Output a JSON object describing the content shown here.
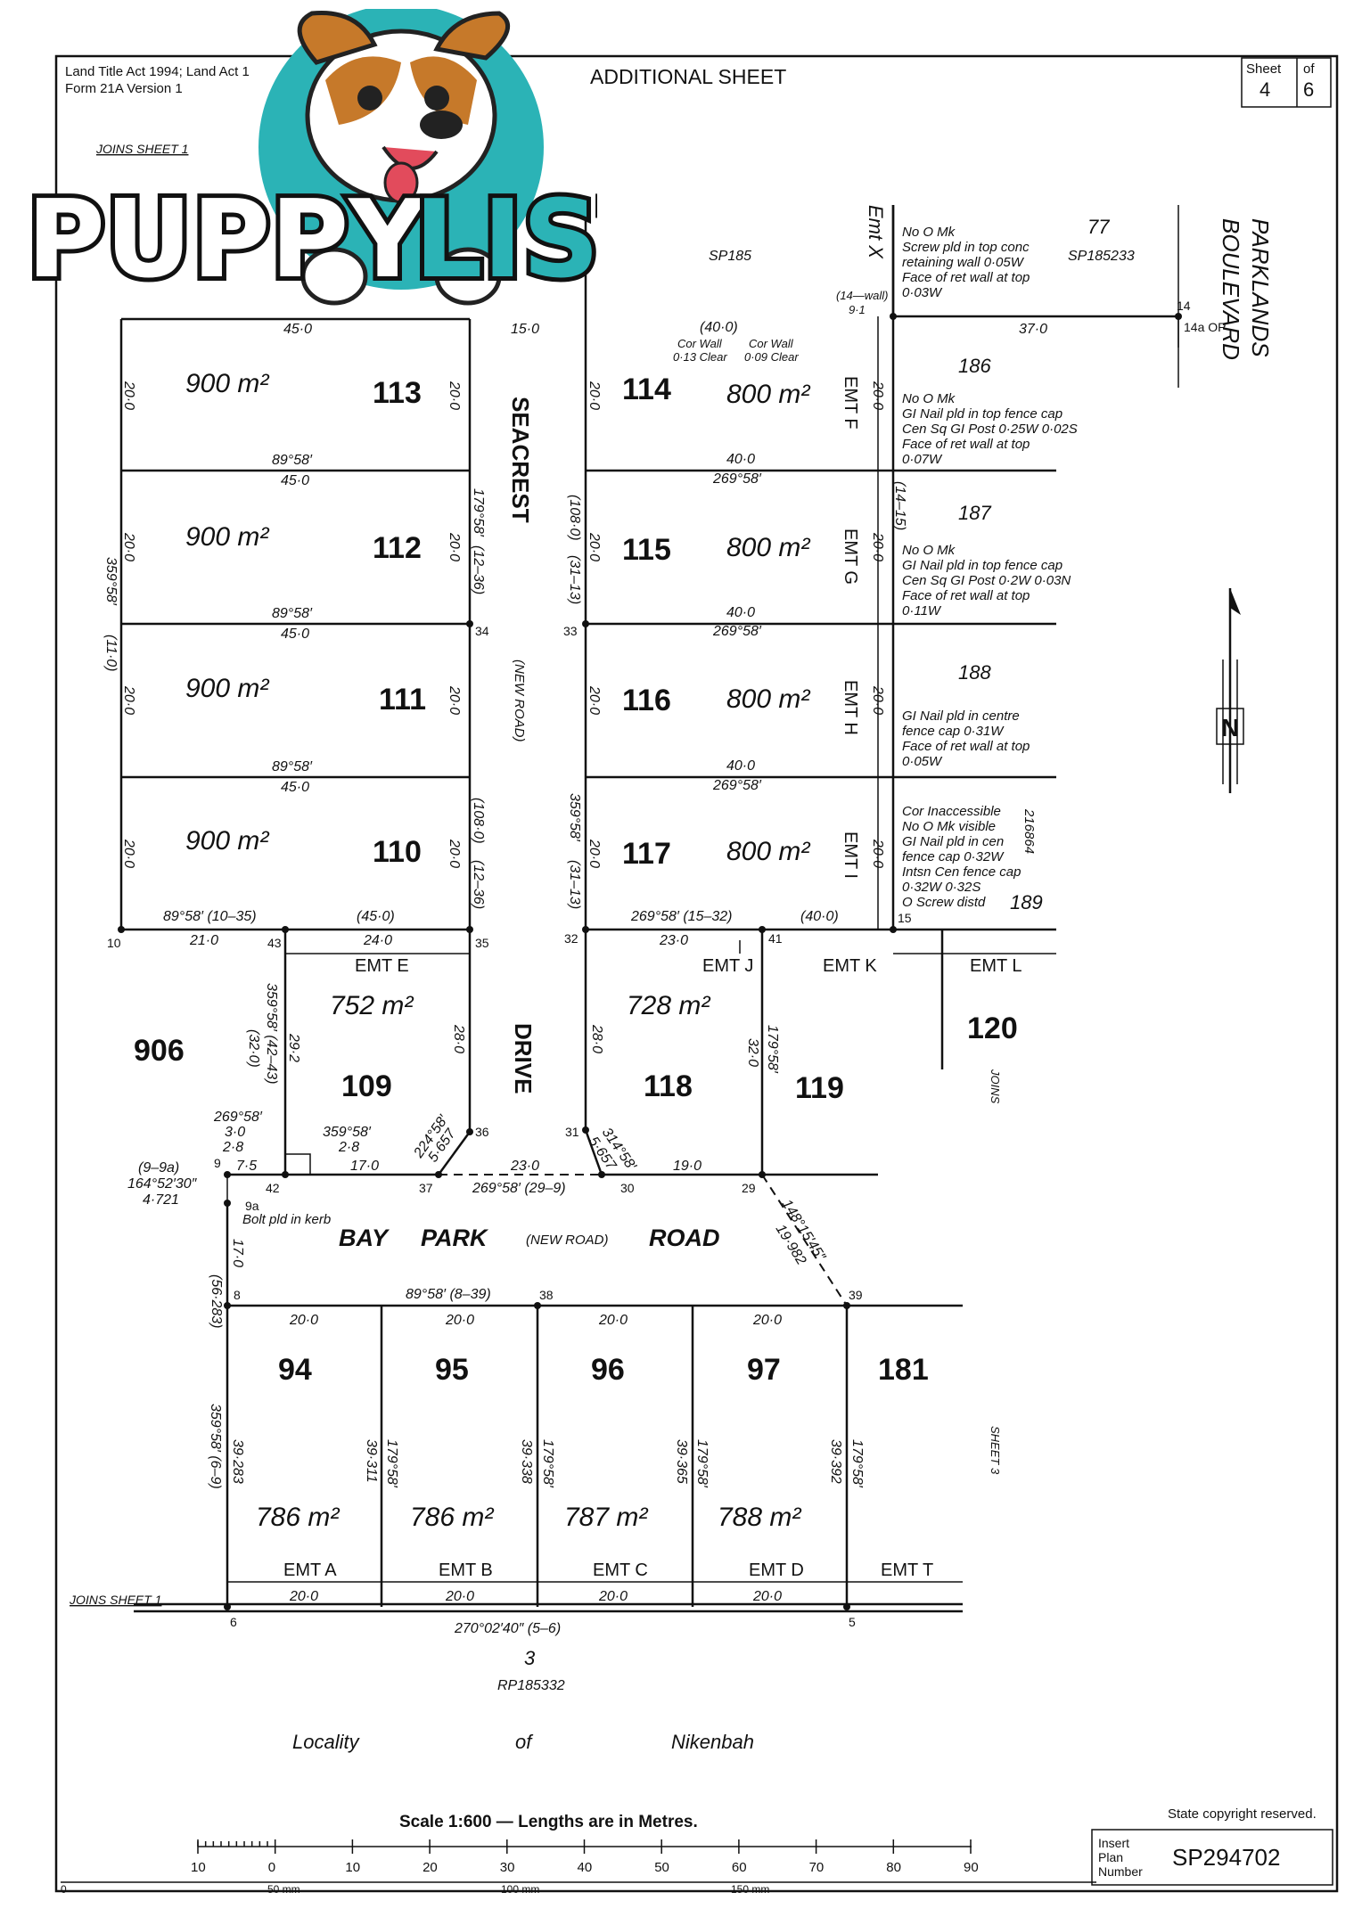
{
  "header": {
    "act": "Land Title Act 1994; Land Act 1",
    "form": "Form 21A Version 1",
    "title": "ADDITIONAL SHEET",
    "sheet_label": "Sheet",
    "sheet_no": "4",
    "of_label": "of",
    "of_no": "6"
  },
  "logo": {
    "part1": "PUPPY",
    "part2": "LIST"
  },
  "joins": {
    "top_left": "JOINS SHEET 1",
    "bottom_left": "JOINS SHEET 1",
    "right_120": "JOINS",
    "right_181": "SHEET 3"
  },
  "roads": {
    "seacrest": "SEACREST",
    "drive": "DRIVE",
    "new_road_1": "(NEW ROAD)",
    "bay": "BAY",
    "park": "PARK",
    "new_road_2": "(NEW ROAD)",
    "road": "ROAD",
    "parklands": "PARKLANDS",
    "boulevard": "BOULEVARD"
  },
  "lots": [
    {
      "id": "113",
      "area": "900 m²"
    },
    {
      "id": "112",
      "area": "900 m²"
    },
    {
      "id": "111",
      "area": "900 m²"
    },
    {
      "id": "110",
      "area": "900 m²"
    },
    {
      "id": "114",
      "area": "800 m²"
    },
    {
      "id": "115",
      "area": "800 m²"
    },
    {
      "id": "116",
      "area": "800 m²"
    },
    {
      "id": "117",
      "area": "800 m²"
    },
    {
      "id": "109",
      "area": "752 m²"
    },
    {
      "id": "118",
      "area": "728 m²"
    },
    {
      "id": "119",
      "area": ""
    },
    {
      "id": "120",
      "area": ""
    },
    {
      "id": "906",
      "area": ""
    },
    {
      "id": "94",
      "area": "786 m²"
    },
    {
      "id": "95",
      "area": "786 m²"
    },
    {
      "id": "96",
      "area": "787 m²"
    },
    {
      "id": "97",
      "area": "788 m²"
    },
    {
      "id": "181",
      "area": ""
    }
  ],
  "adjoining": {
    "lot77": "77",
    "sp185233": "SP185233",
    "lot186": "186",
    "lot187": "187",
    "lot188": "188",
    "lot189": "189",
    "lot216864": "216864",
    "lot3": "3",
    "rp185332": "RP185332",
    "sp185": "SP185",
    "emt_x": "Emt X"
  },
  "easements": [
    "EMT E",
    "EMT J",
    "EMT K",
    "EMT L",
    "EMT A",
    "EMT B",
    "EMT C",
    "EMT D",
    "EMT T",
    "EMT F",
    "EMT G",
    "EMT H",
    "EMT I"
  ],
  "notes": {
    "n77": [
      "No O Mk",
      "Screw pld in top conc",
      "retaining wall 0·05W",
      "Face of ret wall at top",
      "0·03W"
    ],
    "n186": [
      "No O Mk",
      "GI Nail pld in top fence cap",
      "Cen Sq GI Post 0·25W 0·02S",
      "Face of ret wall at top",
      "0·07W"
    ],
    "n187": [
      "No O Mk",
      "GI Nail pld in top fence cap",
      "Cen Sq GI Post 0·2W 0·03N",
      "Face of ret wall at top",
      "0·11W"
    ],
    "n188": [
      "GI Nail pld in centre",
      "fence cap 0·31W",
      "Face of ret wall at top",
      "0·05W"
    ],
    "n189": [
      "Cor Inaccessible",
      "No O Mk visible",
      "GI Nail pld in cen",
      "fence cap 0·32W",
      "Intsn Cen fence cap",
      "0·32W 0·32S",
      "O Screw distd"
    ],
    "cor_wall_1": [
      "Cor Wall",
      "0·13 Clear"
    ],
    "cor_wall_2": [
      "Cor Wall",
      "0·09 Clear"
    ],
    "bolt": "Bolt pld in kerb",
    "wall_14": "(14—wall)",
    "wall_91": "9·1"
  },
  "dims": {
    "d45_top": "45·0",
    "d15": "15·0",
    "d40_top": "(40·0)",
    "d37": "37·0",
    "d20": "20·0",
    "d89_58": "89°58′",
    "d45": "45·0",
    "d40": "40·0",
    "d269_58": "269°58′",
    "d359_58": "359°58′",
    "d11": "(11·0)",
    "d179_58": "179°58′",
    "d12_36": "(12–36)",
    "d108": "(108·0)",
    "d31_13": "(31–13)",
    "d14_15": "(14–15)",
    "d10_35": "89°58′  (10–35)",
    "d21": "21·0",
    "d45b": "(45·0)",
    "d23": "23·0",
    "d15_32": "269°58′  (15–32)",
    "d40b": "(40·0)",
    "d24": "24·0",
    "d28": "28·0",
    "d42_43": "359°58′ (42–43)",
    "d32": "(32·0)",
    "d29_2": "29·2",
    "d32b": "32·0",
    "d224_58": "224°58′",
    "d5_657": "5·657",
    "d314_58": "314°58′",
    "d269_3": "269°58′",
    "d3": "3·0",
    "d2_8": "2·8",
    "d359_2": "359°58′",
    "d2_8b": "2·8",
    "d9_9a": "(9–9a)",
    "d164": "164°52′30″",
    "d4_721": "4·721",
    "d7_5": "7·5",
    "d17": "17·0",
    "d23b": "23·0",
    "d29_9": "269°58′ (29–9)",
    "d19": "19·0",
    "d148": "148°15′45″",
    "d19_982": "19·982",
    "d17b": "17·0",
    "d56": "(56·283)",
    "d8_39": "89°58′ (8–39)",
    "d39_283": "39·283",
    "d6_9": "359°58′ (6–9)",
    "d39_311": "39·311",
    "d39_338": "39·338",
    "d39_365": "39·365",
    "d39_392": "39·392",
    "d5_6": "270°02′40″  (5–6)"
  },
  "stations": [
    "14",
    "14a OP",
    "10",
    "43",
    "35",
    "32",
    "41",
    "15",
    "34",
    "33",
    "9",
    "9a",
    "42",
    "37",
    "30",
    "29",
    "36",
    "31",
    "8",
    "38",
    "39",
    "6",
    "5"
  ],
  "locality": {
    "w1": "Locality",
    "w2": "of",
    "w3": "Nikenbah"
  },
  "scale": {
    "caption": "Scale 1:600 — Lengths are in Metres.",
    "ticks": [
      "10",
      "0",
      "10",
      "20",
      "30",
      "40",
      "50",
      "60",
      "70",
      "80",
      "90"
    ],
    "mm": [
      "0",
      "50 mm",
      "100 mm",
      "150 mm"
    ]
  },
  "footer": {
    "copyright": "State copyright reserved.",
    "insert_label": [
      "Insert",
      "Plan",
      "Number"
    ],
    "plan_number": "SP294702"
  },
  "north": "N"
}
